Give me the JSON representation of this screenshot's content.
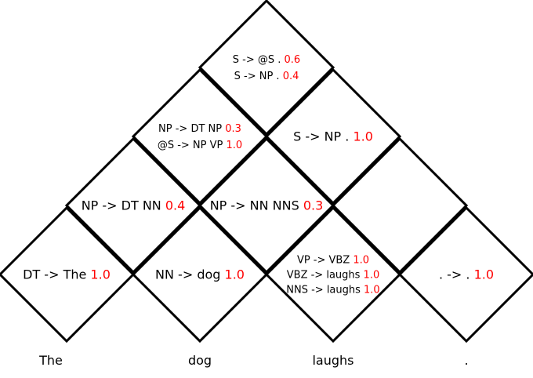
{
  "words": [
    "The",
    "dog",
    "laughs",
    "."
  ],
  "colors": {
    "rule": "#000000",
    "probability": "#ff0000",
    "border": "#000000"
  },
  "cells": [
    {
      "id": "cell-0-0",
      "rules": [
        {
          "lhs": "DT -> The",
          "prob": "1.0"
        }
      ]
    },
    {
      "id": "cell-1-1",
      "rules": [
        {
          "lhs": "NN -> dog",
          "prob": "1.0"
        }
      ]
    },
    {
      "id": "cell-2-2",
      "rules": [
        {
          "lhs": "VP -> VBZ",
          "prob": "1.0"
        },
        {
          "lhs": "VBZ -> laughs",
          "prob": "1.0"
        },
        {
          "lhs": "NNS -> laughs",
          "prob": "1.0"
        }
      ]
    },
    {
      "id": "cell-3-3",
      "rules": [
        {
          "lhs": ". -> .",
          "prob": "1.0"
        }
      ]
    },
    {
      "id": "cell-0-1",
      "rules": [
        {
          "lhs": "NP -> DT NN",
          "prob": "0.4"
        }
      ]
    },
    {
      "id": "cell-1-2",
      "rules": [
        {
          "lhs": "NP -> NN NNS",
          "prob": "0.3"
        }
      ]
    },
    {
      "id": "cell-2-3",
      "rules": []
    },
    {
      "id": "cell-0-2",
      "rules": [
        {
          "lhs": "NP -> DT NP",
          "prob": "0.3"
        },
        {
          "lhs": "@S -> NP VP",
          "prob": "1.0"
        }
      ]
    },
    {
      "id": "cell-1-3",
      "rules": [
        {
          "lhs": "S -> NP .",
          "prob": "1.0"
        }
      ]
    },
    {
      "id": "cell-0-3",
      "rules": [
        {
          "lhs": "S -> @S .",
          "prob": "0.6"
        },
        {
          "lhs": "S -> NP .",
          "prob": "0.4"
        }
      ]
    }
  ]
}
